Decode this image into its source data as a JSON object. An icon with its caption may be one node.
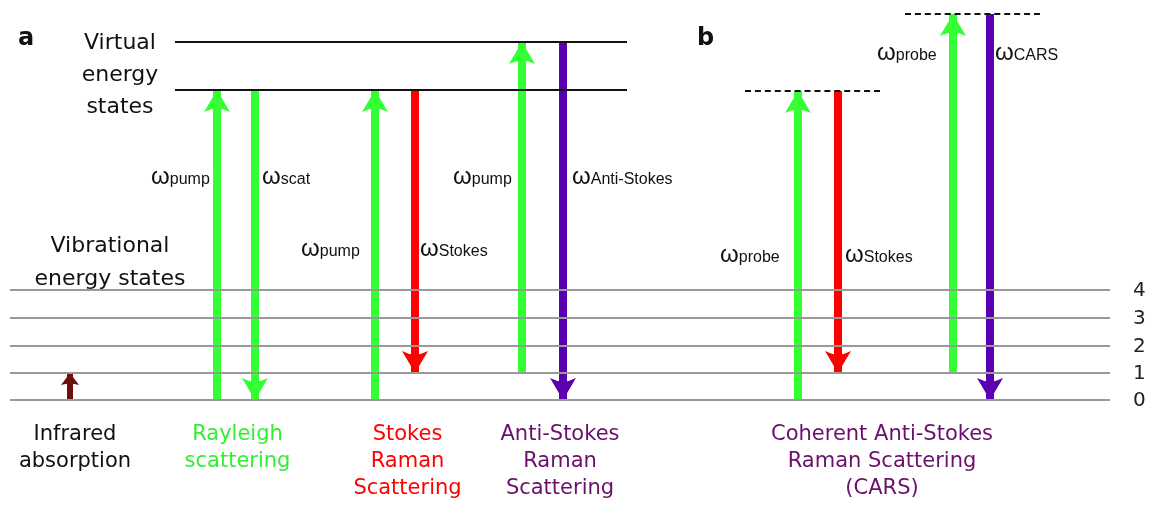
{
  "diagram": {
    "nodes": [
      {
        "text": [],
        "shape": "bar",
        "beside": [
          "0"
        ]
      },
      {
        "text": [],
        "shape": "bar",
        "beside": [
          "1"
        ]
      },
      {
        "text": [],
        "shape": "bar",
        "beside": [
          "2"
        ]
      },
      {
        "text": [],
        "shape": "bar",
        "beside": [
          "3"
        ]
      },
      {
        "text": [],
        "shape": "bar",
        "beside": [
          "4"
        ]
      },
      {
        "text": [],
        "shape": "bar"
      },
      {
        "text": [],
        "shape": "bar"
      },
      {
        "text": [],
        "shape": "bar"
      },
      {
        "text": [],
        "shape": "bar"
      }
    ],
    "edges": [
      {
        "from": 0,
        "to": 1,
        "arrow": "to",
        "color": "#6b0f0f"
      },
      {
        "from": 0,
        "to": 6,
        "arrow": "to",
        "label": "ω$_{pump}$"
      },
      {
        "from": 6,
        "to": 0,
        "arrow": "to",
        "label": "ω$_{scat}$"
      },
      {
        "from": 0,
        "to": 6,
        "arrow": "to",
        "label": "ω$_{pump}$"
      },
      {
        "from": 6,
        "to": 1,
        "arrow": "to",
        "label": "ω$_{Stokes}$",
        "color": "#ff0000"
      },
      {
        "from": 1,
        "to": 5,
        "arrow": "to",
        "label": "ω$_{pump}$"
      },
      {
        "from": 5,
        "to": 0,
        "arrow": "to",
        "label": "ω$_{Anti-Stokes}$",
        "color": "#5a00b0"
      },
      {
        "from": 0,
        "to": 7,
        "arrow": "to",
        "label": "ω$_{probe}$"
      },
      {
        "from": 7,
        "to": 1,
        "arrow": "to",
        "label": "ω$_{Stokes}$",
        "color": "#ff0000"
      },
      {
        "from": 1,
        "to": 8,
        "arrow": "to",
        "label": "ω$_{probe}$"
      },
      {
        "from": 8,
        "to": 0,
        "arrow": "to",
        "label": "ω$_{CARS}$",
        "color": "#5a00b0"
      }
    ],
    "labels": [
      "a",
      "Virtual energy states",
      "Vibrational energy states",
      "b",
      "Infrared absorption",
      "Rayleigh scattering",
      "Stokes Raman Scattering",
      "Anti-Stokes Raman Scattering",
      "Coherent Anti-Stokes Raman Scattering (CARS)"
    ]
  }
}
